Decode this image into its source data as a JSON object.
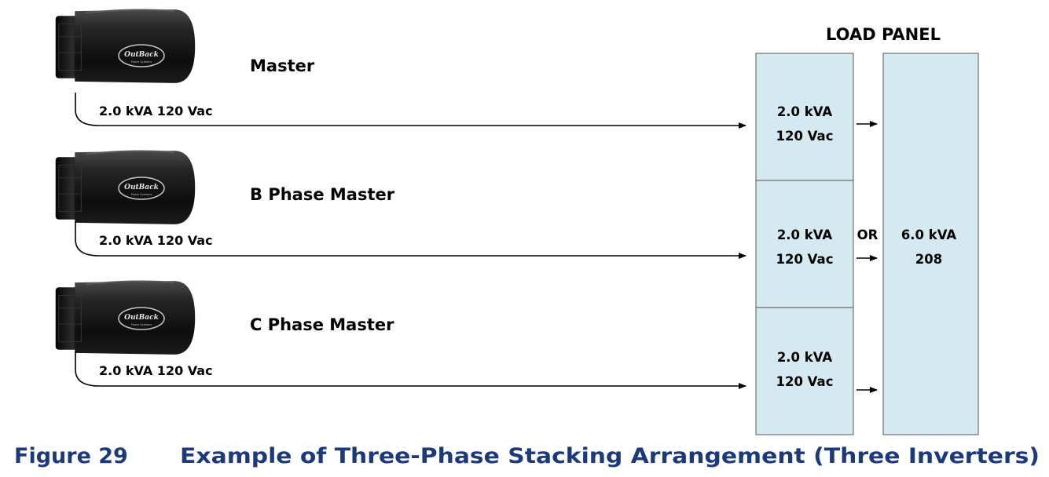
{
  "inverters": [
    {
      "role_label": "Master",
      "output_label": "2.0 kVA 120 Vac",
      "logo_text": "OutBack",
      "logo_subtext": "Power Systems"
    },
    {
      "role_label": "B Phase Master",
      "output_label": "2.0 kVA 120 Vac",
      "logo_text": "OutBack",
      "logo_subtext": "Power Systems"
    },
    {
      "role_label": "C Phase Master",
      "output_label": "2.0 kVA 120 Vac",
      "logo_text": "OutBack",
      "logo_subtext": "Power Systems"
    }
  ],
  "load_panel": {
    "title": "LOAD PANEL",
    "phase_cells": [
      {
        "line1": "2.0 kVA",
        "line2": "120 Vac"
      },
      {
        "line1": "2.0 kVA",
        "line2": "120 Vac"
      },
      {
        "line1": "2.0 kVA",
        "line2": "120 Vac"
      }
    ],
    "or_label": "OR",
    "combined": {
      "line1": "6.0 kVA",
      "line2": "208"
    },
    "fill_color": "#d4eaf0",
    "border_color": "#6f6f6f"
  },
  "caption": {
    "number": "Figure 29",
    "text": "Example of Three-Phase Stacking Arrangement (Three Inverters)",
    "color": "#1c3a7a"
  }
}
